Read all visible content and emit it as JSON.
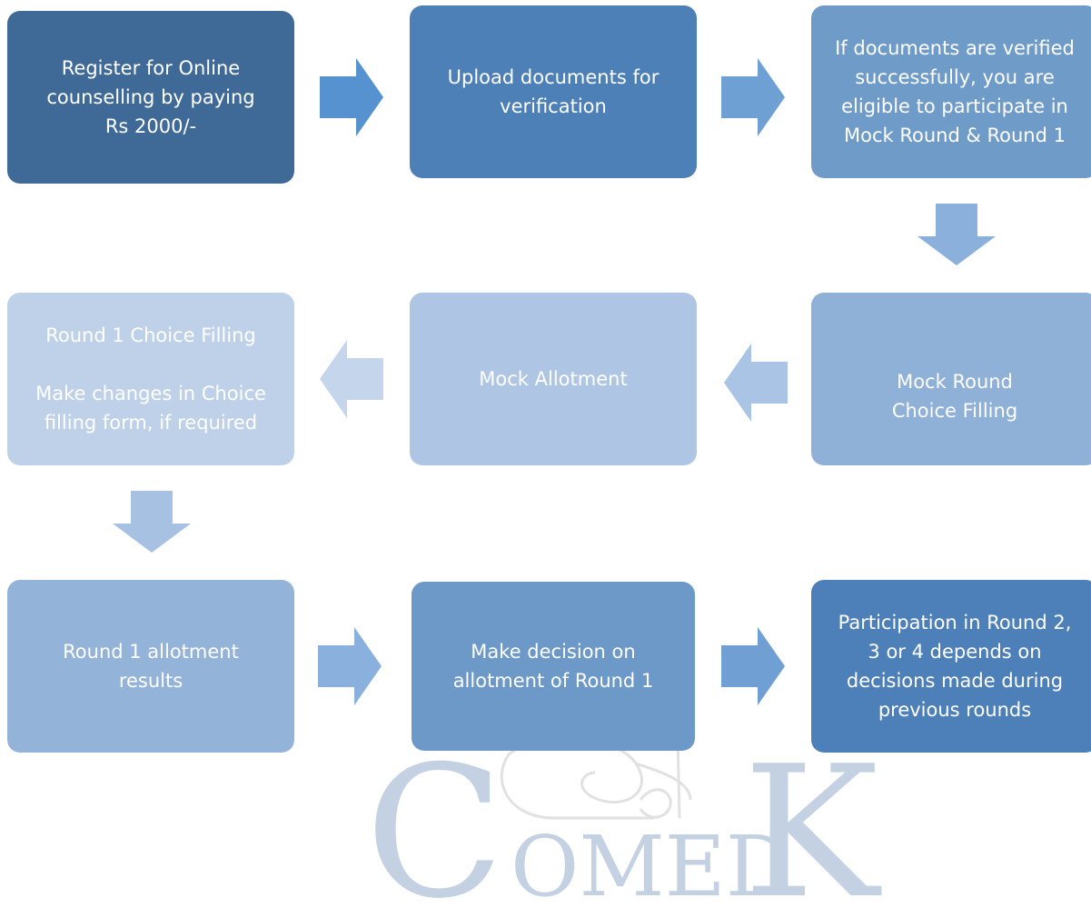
{
  "steps": [
    {
      "id": "register",
      "text": "Register for Online\ncounselling by paying\nRs 2000/-",
      "color": "#3f6a98",
      "text_color": "#ffffff"
    },
    {
      "id": "upload",
      "text": "Upload documents for\nverification",
      "color": "#4c80b7",
      "text_color": "#ffffff"
    },
    {
      "id": "verified",
      "text": "If documents are verified\nsuccessfully, you are\neligible to participate in\nMock Round & Round 1",
      "color": "#6f9bc9",
      "text_color": "#ffffff"
    },
    {
      "id": "mock-choice",
      "text": "Mock Round\nChoice Filling",
      "color": "#8fb0d7",
      "text_color": "#ffffff"
    },
    {
      "id": "mock-allotment",
      "text": "Mock Allotment",
      "color": "#aec6e3",
      "text_color": "#ffffff"
    },
    {
      "id": "round1-choice",
      "text": "Round 1 Choice Filling\n\nMake changes in Choice\nfilling form, if required",
      "color": "#bed1e9",
      "text_color": "#ffffff"
    },
    {
      "id": "round1-results",
      "text": "Round 1 allotment results",
      "color": "#94b3d9",
      "text_color": "#ffffff"
    },
    {
      "id": "decision",
      "text": "Make decision on\nallotment of Round 1",
      "color": "#6d99c8",
      "text_color": "#ffffff"
    },
    {
      "id": "participation",
      "text": "Participation in Round 2,\n3 or 4 depends on\ndecisions made during\nprevious rounds",
      "color": "#4d80b8",
      "text_color": "#ffffff"
    }
  ],
  "arrows": [
    {
      "id": "arrow-1",
      "direction": "right",
      "color": "#5592cf"
    },
    {
      "id": "arrow-2",
      "direction": "right",
      "color": "#6fa0d4"
    },
    {
      "id": "arrow-3",
      "direction": "down",
      "color": "#8bb0dc"
    },
    {
      "id": "arrow-4",
      "direction": "left",
      "color": "#a9c4e4"
    },
    {
      "id": "arrow-5",
      "direction": "left",
      "color": "#c5d6ec"
    },
    {
      "id": "arrow-6",
      "direction": "down",
      "color": "#a7c1e2"
    },
    {
      "id": "arrow-7",
      "direction": "right",
      "color": "#8ab0dd"
    },
    {
      "id": "arrow-8",
      "direction": "right",
      "color": "#6f9fd3"
    }
  ],
  "watermark": {
    "logo_text_big_c": "C",
    "logo_text_omed": "OMED",
    "logo_text_big_k": "K",
    "color": "#c3d1e3"
  }
}
